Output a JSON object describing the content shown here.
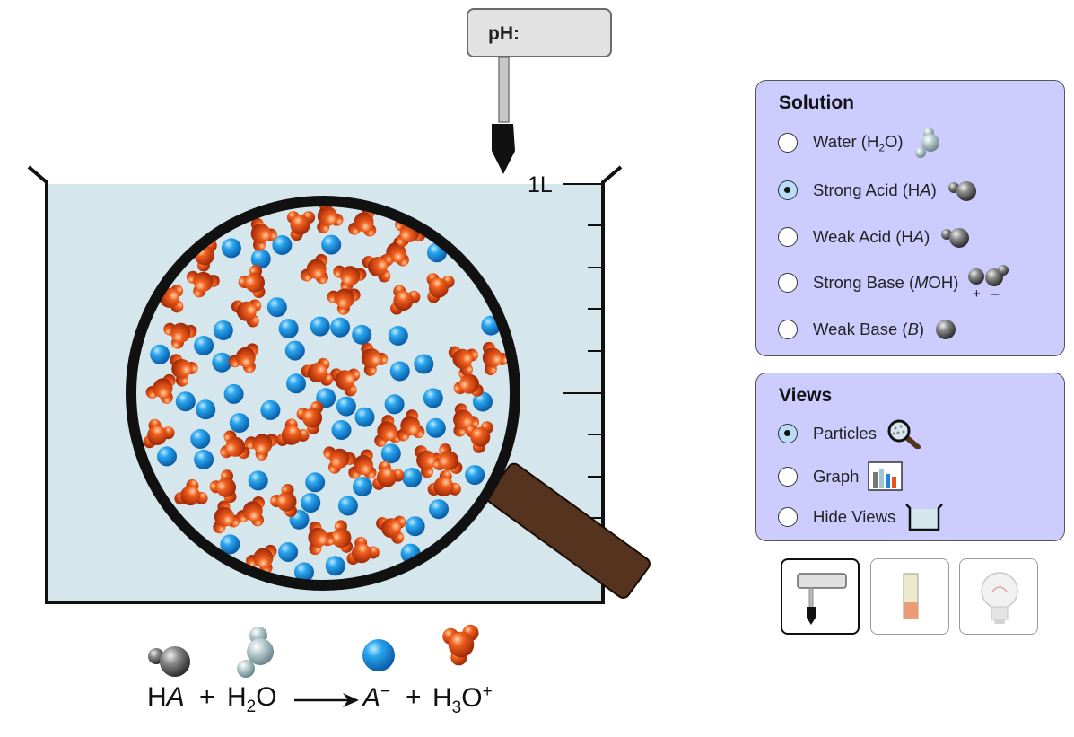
{
  "ph_meter": {
    "label": "pH:",
    "value": ""
  },
  "beaker": {
    "volume_label": "1L"
  },
  "solution_panel": {
    "title": "Solution",
    "options": [
      {
        "label": "Water (H<sub>2</sub>O)",
        "selected": false,
        "icon": "water-molecule-icon"
      },
      {
        "label": "Strong Acid (H<i>A</i>)",
        "selected": true,
        "icon": "acid-molecule-icon"
      },
      {
        "label": "Weak Acid (H<i>A</i>)",
        "selected": false,
        "icon": "acid-molecule-icon"
      },
      {
        "label": "Strong Base (<i>M</i>OH)",
        "selected": false,
        "icon": "base-ions-icon"
      },
      {
        "label": "Weak Base (<i>B</i>)",
        "selected": false,
        "icon": "weak-base-icon"
      }
    ]
  },
  "views_panel": {
    "title": "Views",
    "options": [
      {
        "label": "Particles",
        "selected": true,
        "icon": "magnifier-icon"
      },
      {
        "label": "Graph",
        "selected": false,
        "icon": "bar-graph-icon"
      },
      {
        "label": "Hide Views",
        "selected": false,
        "icon": "beaker-icon"
      }
    ]
  },
  "tools": [
    {
      "name": "ph-meter-tool",
      "selected": true,
      "icon": "ph-probe-icon"
    },
    {
      "name": "ph-paper-tool",
      "selected": false,
      "icon": "ph-paper-icon"
    },
    {
      "name": "conductivity-tool",
      "selected": false,
      "icon": "light-bulb-icon"
    }
  ],
  "reaction": {
    "reactant_1": "H<i>A</i>",
    "plus_1": "+",
    "reactant_2": "H<sub>2</sub>O",
    "product_1": "<i>A</i><sup>−</sup>",
    "plus_2": "+",
    "product_2": "H<sub>3</sub>O<sup>+</sup>"
  },
  "colors": {
    "solution": "#d5e6ec",
    "panel": "#ccccff",
    "anion": "#1f96e0",
    "hydronium": "#e8541c",
    "magnifier_handle": "#55331e",
    "selected_radio": "#b9dcf7"
  }
}
